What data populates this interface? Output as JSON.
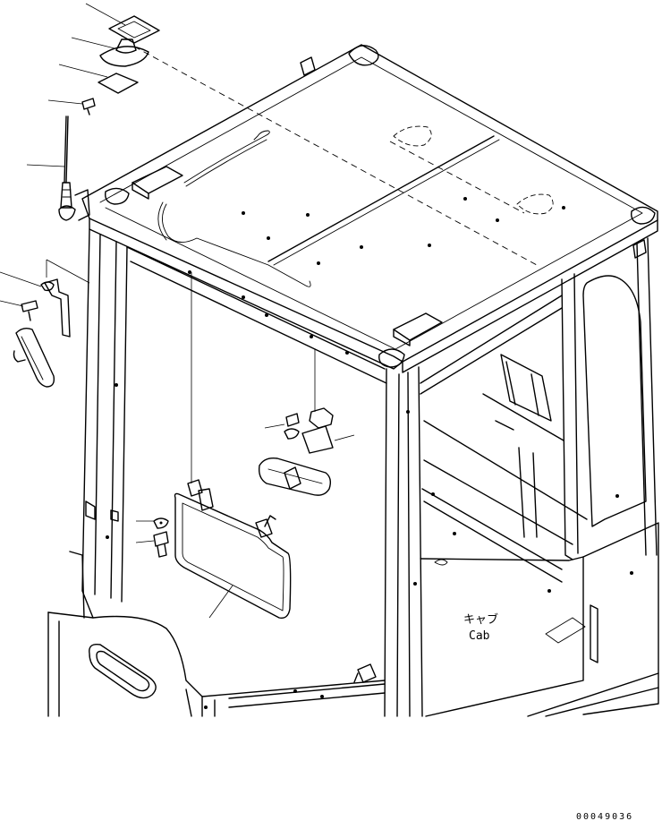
{
  "labels": {
    "cab_jp": "キャブ",
    "cab_en": "Cab"
  },
  "drawing_code": "00049036"
}
